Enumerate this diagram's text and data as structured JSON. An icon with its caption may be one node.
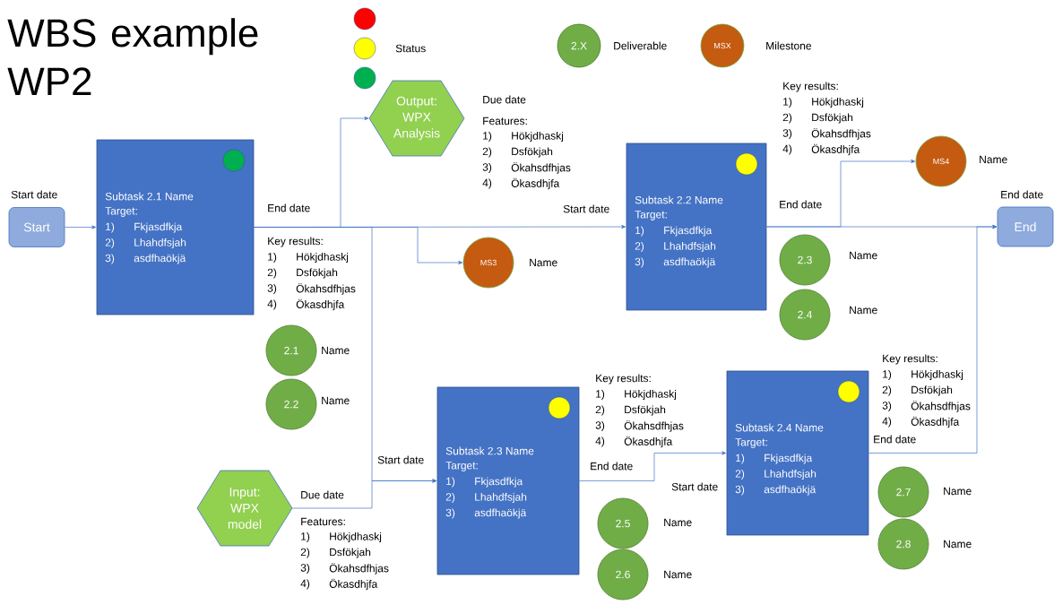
{
  "diagram": {
    "title": "WBS example WP2",
    "nodes": [
      {
        "text": [
          "2.X"
        ],
        "beside": [
          "Deliverable"
        ]
      },
      {
        "text": [
          "MSX"
        ],
        "beside": [
          "Milestone"
        ]
      },
      {
        "text": [
          "Start"
        ],
        "beside": [
          "Start date"
        ]
      },
      {
        "text": [
          "Subtask 2.1 Name",
          "Target:",
          "1)",
          "Fkjasdfkja",
          "2)",
          "Lhahdfsjah",
          "3)",
          "asdfhaökjä"
        ],
        "beside": [
          "End date",
          "Key results:",
          "1)",
          "Hökjdhaskj",
          "2)",
          "Dsfökjah",
          "3)",
          "Ökahsdfhjas",
          "4)",
          "Ökasdhjfa"
        ]
      },
      {
        "text": [
          "Output: WPX Analysis"
        ],
        "beside": [
          "Due date",
          "Features:",
          "1)",
          "Hökjdhaskj",
          "2)",
          "Dsfökjah",
          "3)",
          "Ökahsdfhjas",
          "4)",
          "Ökasdhjfa"
        ]
      },
      {
        "text": [
          "MS3"
        ],
        "beside": [
          "Name"
        ]
      },
      {
        "text": [
          "Subtask 2.2 Name",
          "Target:",
          "1)",
          "Fkjasdfkja",
          "2)",
          "Lhahdfsjah",
          "3)",
          "asdfhaökjä"
        ],
        "beside": [
          "Key results:",
          "1)",
          "Hökjdhaskj",
          "2)",
          "Dsfökjah",
          "3)",
          "Ökahsdfhjas",
          "4)",
          "Ökasdhjfa",
          "Start date",
          "End date"
        ]
      },
      {
        "text": [
          "MS4"
        ],
        "beside": [
          "Name"
        ]
      },
      {
        "text": [
          "End"
        ],
        "beside": [
          "End date"
        ]
      },
      {
        "text": [
          "2.1"
        ],
        "beside": [
          "Name"
        ]
      },
      {
        "text": [
          "2.2"
        ],
        "beside": [
          "Name"
        ]
      },
      {
        "text": [
          "2.3"
        ],
        "beside": [
          "Name"
        ]
      },
      {
        "text": [
          "2.4"
        ],
        "beside": [
          "Name"
        ]
      },
      {
        "text": [
          "Input: WPX model"
        ],
        "beside": [
          "Due date",
          "Features:",
          "1)",
          "Hökjdhaskj",
          "2)",
          "Dsfökjah",
          "3)",
          "Ökahsdfhjas",
          "4)",
          "Ökasdhjfa"
        ]
      },
      {
        "text": [
          "Subtask 2.3 Name",
          "Target:",
          "1)",
          "Fkjasdfkja",
          "2)",
          "Lhahdfsjah",
          "3)",
          "asdfhaökjä"
        ],
        "beside": [
          "Key results:",
          "1)",
          "Hökjdhaskj",
          "2)",
          "Dsfökjah",
          "3)",
          "Ökahsdfhjas",
          "4)",
          "Ökasdhjfa",
          "Start date",
          "End date"
        ]
      },
      {
        "text": [
          "Subtask 2.4 Name",
          "Target:",
          "1)",
          "Fkjasdfkja",
          "2)",
          "Lhahdfsjah",
          "3)",
          "asdfhaökjä"
        ],
        "beside": [
          "Key results:",
          "1)",
          "Hökjdhaskj",
          "2)",
          "Dsfökjah",
          "3)",
          "Ökahsdfhjas",
          "4)",
          "Ökasdhjfa",
          "Start date",
          "End date"
        ]
      },
      {
        "text": [
          "2.5"
        ],
        "beside": [
          "Name"
        ]
      },
      {
        "text": [
          "2.6"
        ],
        "beside": [
          "Name"
        ]
      },
      {
        "text": [
          "2.7"
        ],
        "beside": [
          "Name"
        ]
      },
      {
        "text": [
          "2.8"
        ],
        "beside": [
          "Name"
        ]
      }
    ],
    "edges": [
      {
        "from": 2,
        "to": 3,
        "arrow": "to"
      },
      {
        "from": 3,
        "to": 4,
        "arrow": "to"
      },
      {
        "from": 3,
        "to": 5,
        "arrow": "to"
      },
      {
        "from": 3,
        "to": 6,
        "arrow": "to"
      },
      {
        "from": 3,
        "to": 14,
        "arrow": "to"
      },
      {
        "from": 13,
        "to": 14,
        "arrow": "to"
      },
      {
        "from": 6,
        "to": 7,
        "arrow": "to"
      },
      {
        "from": 6,
        "to": 8,
        "arrow": "to"
      },
      {
        "from": 14,
        "to": 15,
        "arrow": "to"
      },
      {
        "from": 15,
        "to": 8,
        "arrow": "to"
      }
    ],
    "labels": [
      "Status"
    ]
  }
}
